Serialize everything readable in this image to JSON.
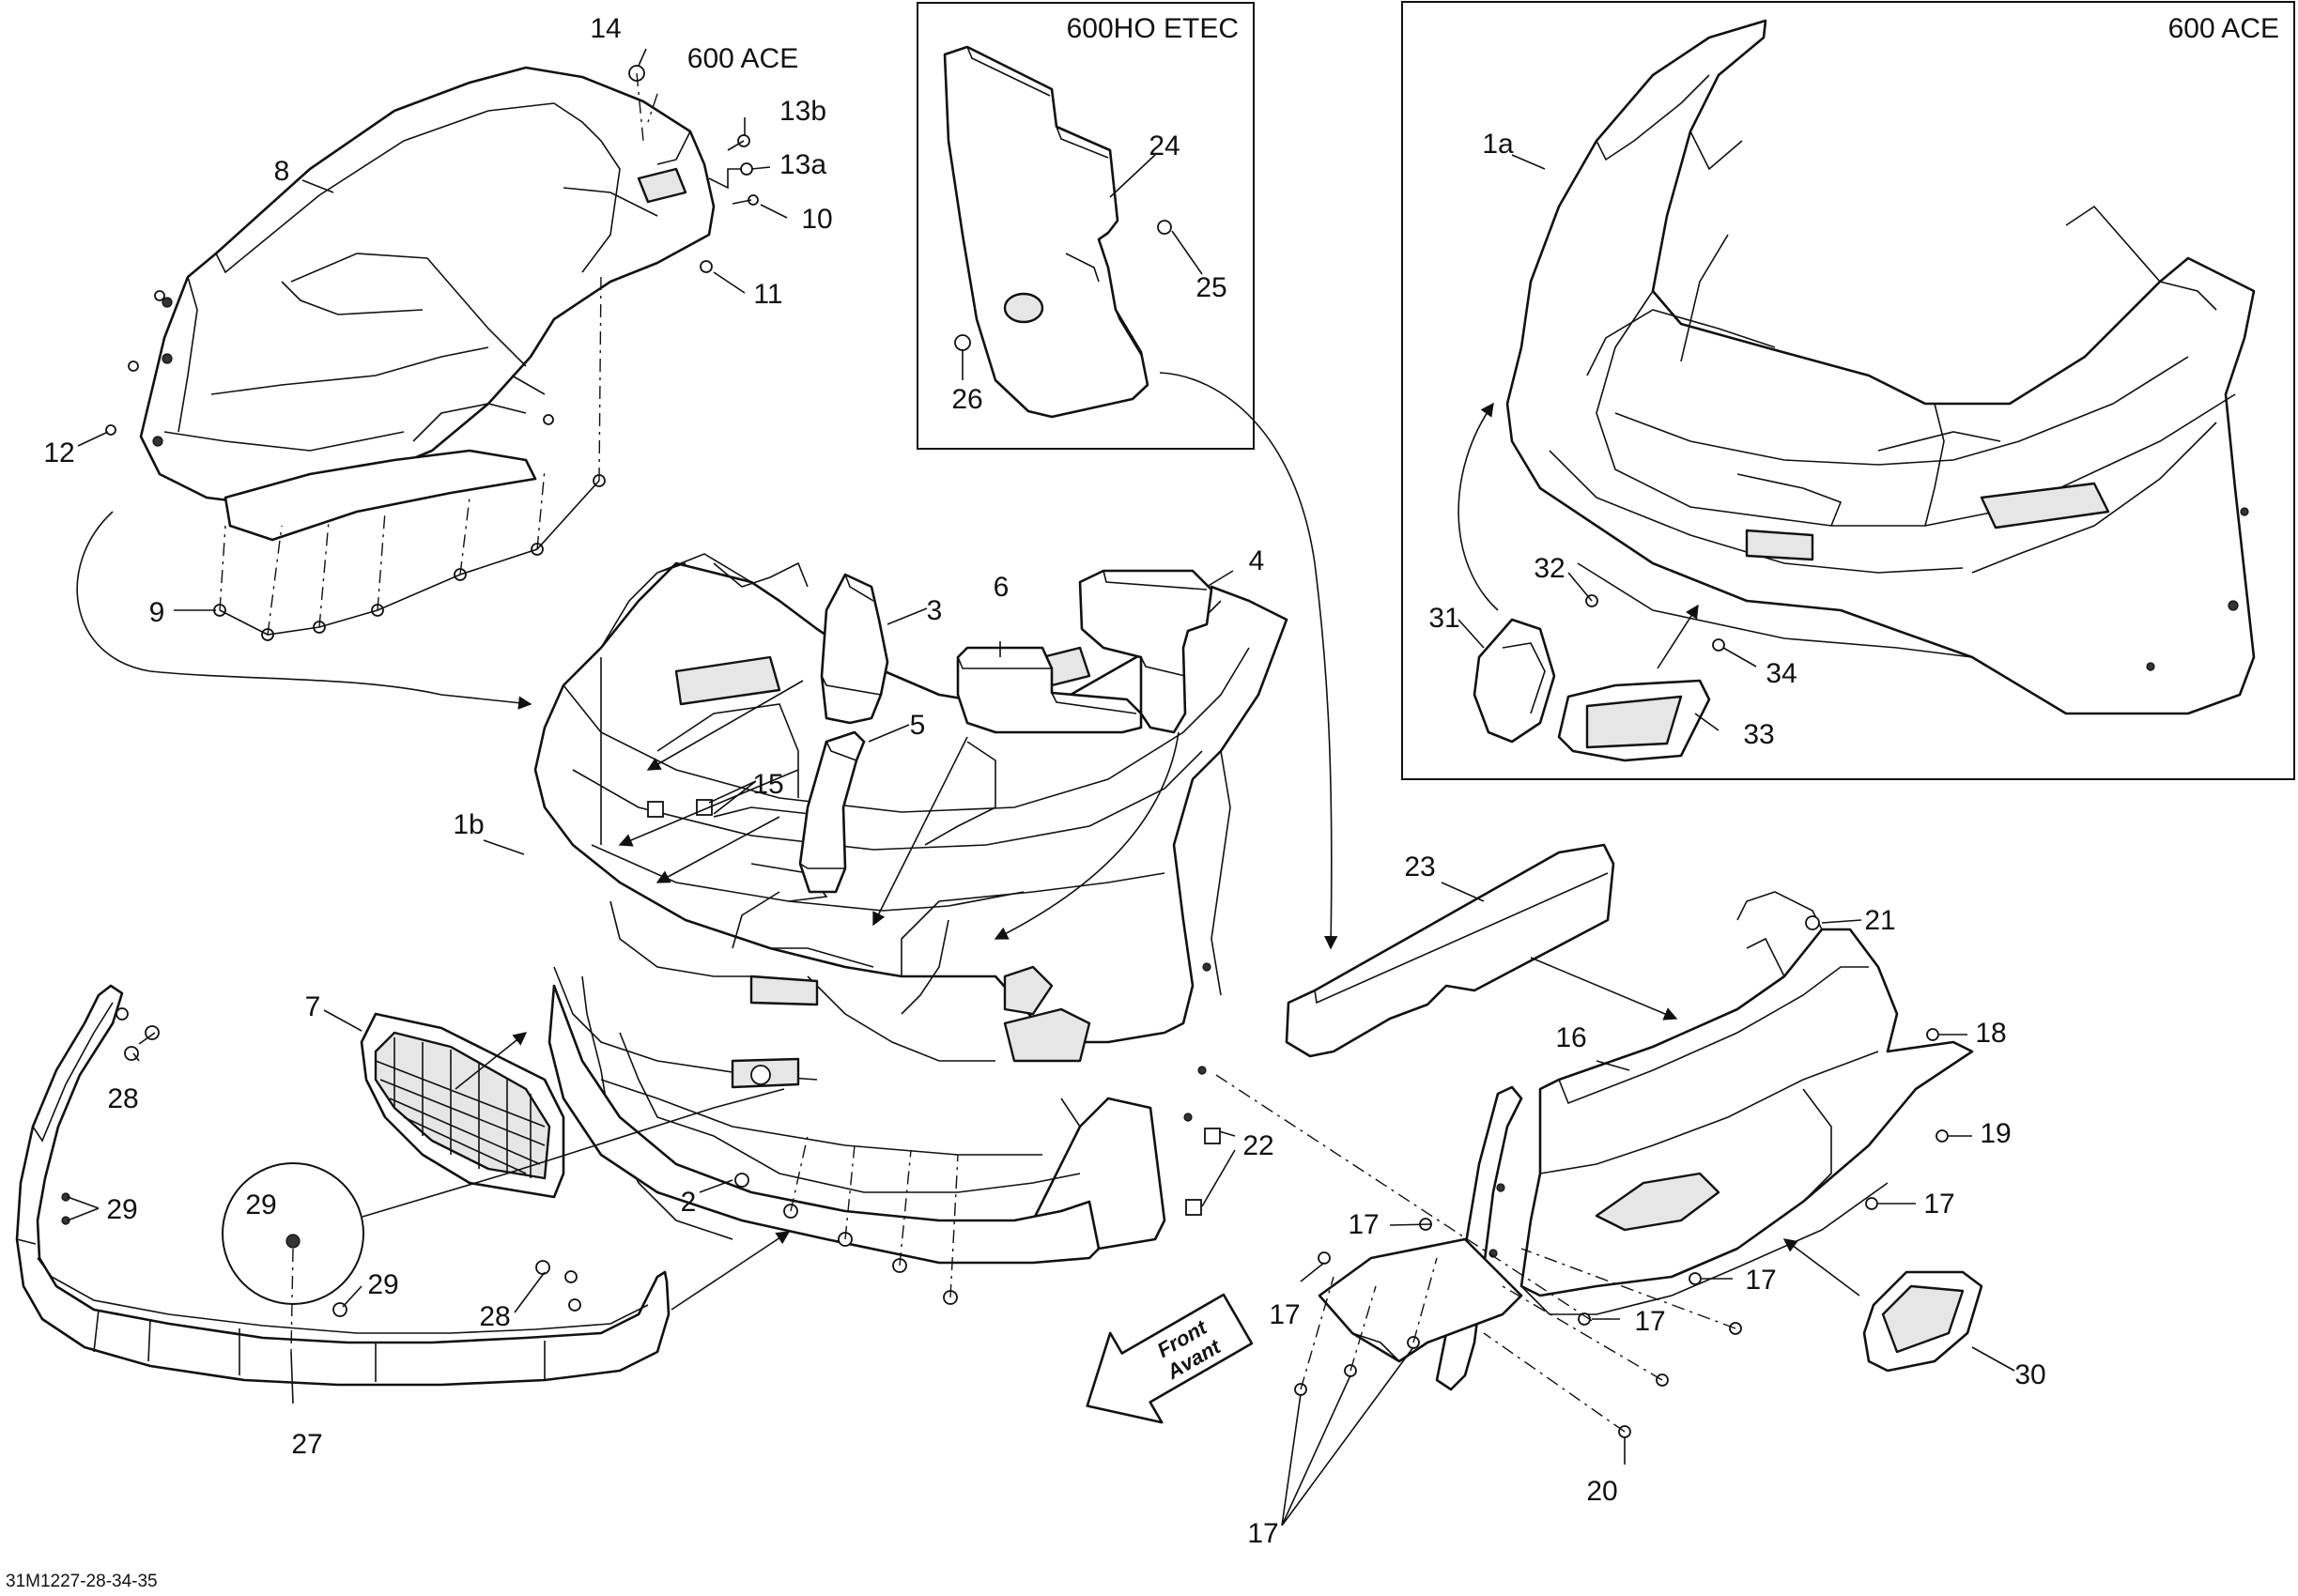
{
  "diagram": {
    "code": "31M1227-28-34-35",
    "insets": [
      {
        "title": "600HO ETEC"
      },
      {
        "title": "600 ACE"
      }
    ],
    "top_left_variant": "600 ACE",
    "front_arrow": {
      "line1": "Front",
      "line2": "Avant"
    },
    "callouts": [
      "1a",
      "1b",
      "2",
      "3",
      "4",
      "5",
      "6",
      "7",
      "8",
      "9",
      "10",
      "11",
      "12",
      "13a",
      "13b",
      "14",
      "15",
      "16",
      "17",
      "18",
      "19",
      "20",
      "21",
      "22",
      "23",
      "24",
      "25",
      "26",
      "27",
      "28",
      "29",
      "30",
      "31",
      "32",
      "33",
      "34"
    ]
  }
}
